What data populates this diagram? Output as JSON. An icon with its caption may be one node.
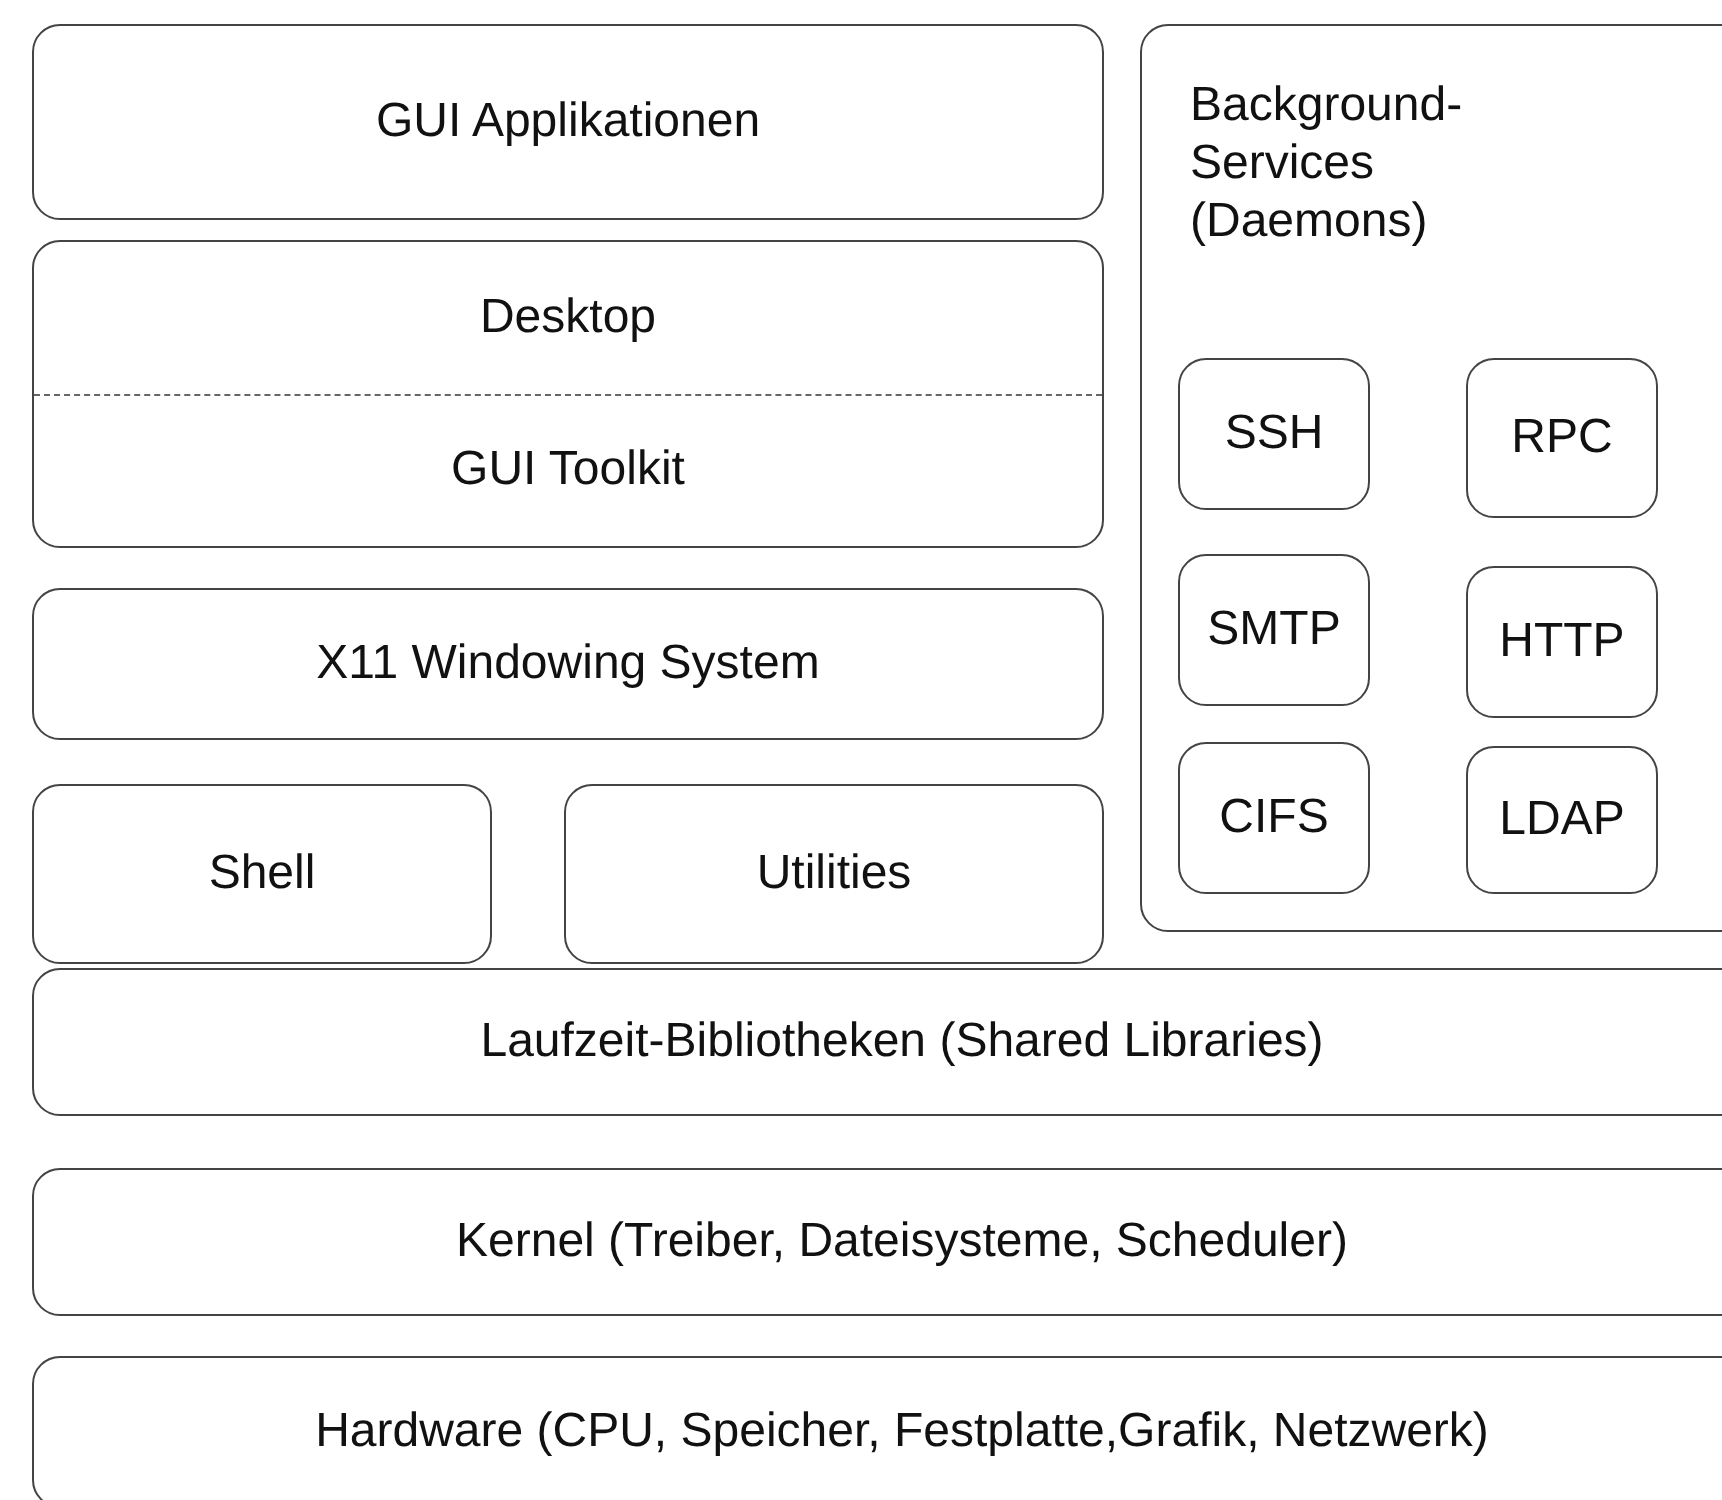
{
  "diagram": {
    "nodes": [
      {
        "text": [
          "GUI Applikationen"
        ]
      },
      {
        "text": [
          "Desktop",
          "GUI Toolkit"
        ]
      },
      {
        "text": [
          "Background- Services (Daemons)"
        ]
      },
      {
        "text": [
          "SSH"
        ],
        "in": 2
      },
      {
        "text": [
          "RPC"
        ],
        "in": 2
      },
      {
        "text": [
          "SMTP"
        ],
        "in": 2
      },
      {
        "text": [
          "HTTP"
        ],
        "in": 2
      },
      {
        "text": [
          "CIFS"
        ],
        "in": 2
      },
      {
        "text": [
          "LDAP"
        ],
        "in": 2
      },
      {
        "text": [
          "X11 Windowing System"
        ]
      },
      {
        "text": [
          "Shell"
        ]
      },
      {
        "text": [
          "Utilities"
        ]
      },
      {
        "text": [
          "Laufzeit-Bibliotheken (Shared Libraries)"
        ]
      },
      {
        "text": [
          "Kernel (Treiber, Dateisysteme, Scheduler)"
        ]
      },
      {
        "text": [
          "Hardware (CPU, Speicher, Festplatte,Grafik, Netzwerk)"
        ]
      }
    ]
  }
}
